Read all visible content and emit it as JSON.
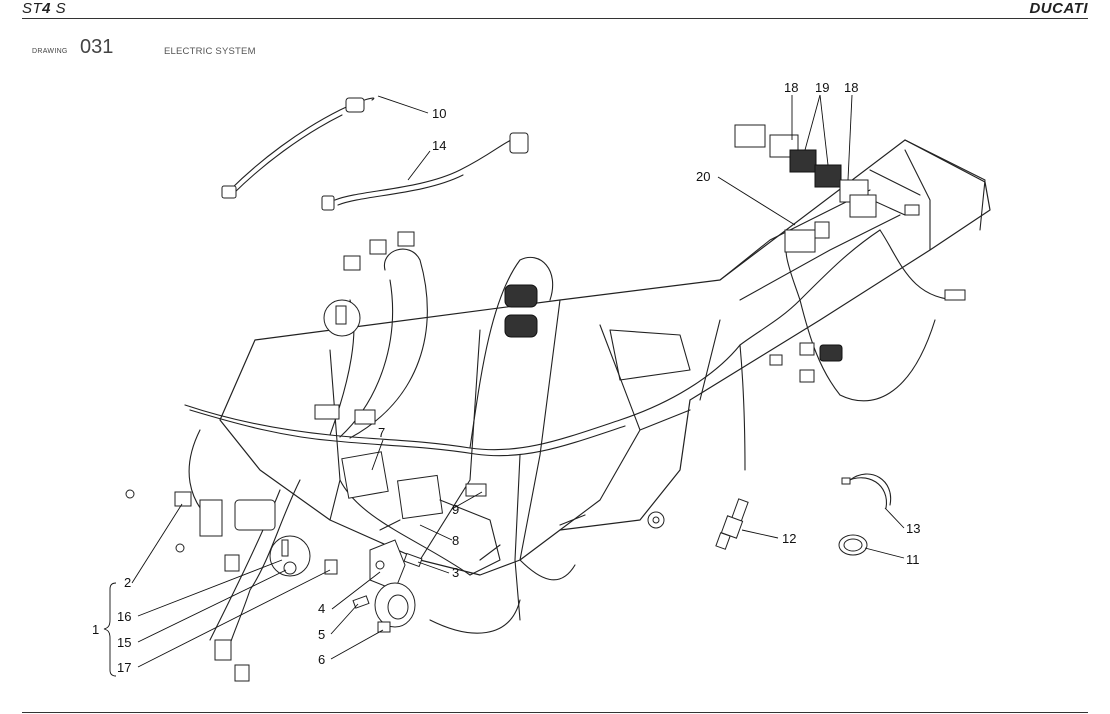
{
  "header": {
    "model_prefix": "ST",
    "model_number": "4",
    "model_suffix": " S",
    "brand": "DUCATI"
  },
  "drawing": {
    "label": "DRAWING",
    "number": "031",
    "title": "ELECTRIC SYSTEM"
  },
  "callouts": {
    "c1": "1",
    "c2": "2",
    "c3": "3",
    "c4": "4",
    "c5": "5",
    "c6": "6",
    "c7": "7",
    "c8": "8",
    "c9": "9",
    "c10": "10",
    "c11": "11",
    "c12": "12",
    "c13": "13",
    "c14": "14",
    "c15": "15",
    "c16": "16",
    "c17": "17",
    "c18a": "18",
    "c18b": "18",
    "c19": "19",
    "c20": "20"
  }
}
